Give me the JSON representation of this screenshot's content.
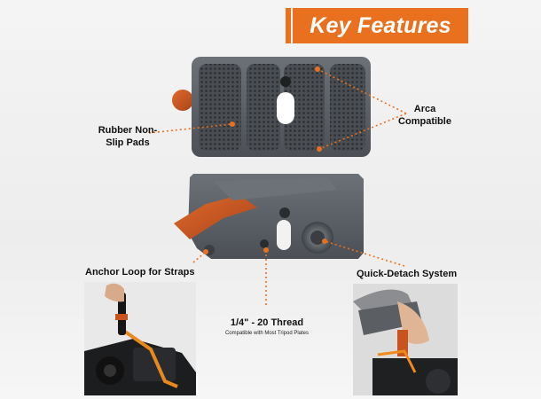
{
  "header": {
    "title": "Key Features"
  },
  "features": {
    "pads": "Rubber Non-Slip Pads",
    "arca": "Arca Compatible",
    "anchor": "Anchor Loop for Straps",
    "detach": "Quick-Detach System",
    "thread": "1/4\" - 20 Thread",
    "thread_sub": "Compatible with Most Tripod Plates"
  },
  "colors": {
    "accent": "#e8701f",
    "plate": "#5b6066",
    "lever": "#c9531e"
  }
}
